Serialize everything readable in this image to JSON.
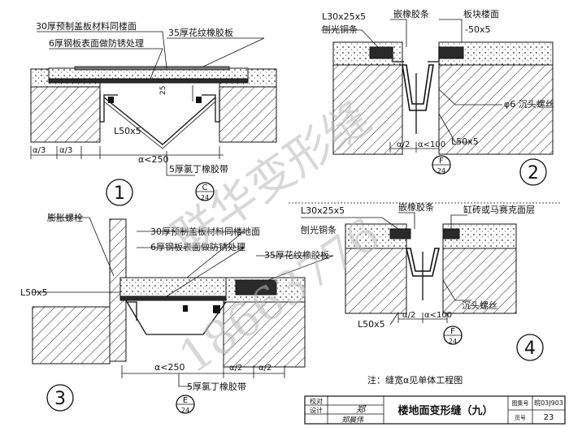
{
  "title": "楼地面变形缝（九）",
  "note": "注：缝宽α见单体工程图",
  "title_block": {
    "atlas_label": "图集号",
    "atlas_no": "皖03J903",
    "page_label": "页号",
    "page_no": "23",
    "review_label": "校对",
    "design_label": "设计",
    "signature_1": "郑",
    "signature_2": "郑晨伟"
  },
  "watermark": {
    "line1": "联华变形缝",
    "line2": "18663776"
  },
  "detail_1": {
    "number": "1",
    "labels": {
      "cover_plate": "30厚预制盖板材料同楼面",
      "steel_plate": "6厚钢板表面做防锈处理",
      "rubber_plate": "35厚花纹橡胶板",
      "angle": "L50x5",
      "gap": "α<250",
      "third_a": "α/3",
      "third_b": "α/3",
      "depth": "25",
      "neoprene": "5厚氯丁橡胶带",
      "ref_letter": "C",
      "ref_page": "24"
    }
  },
  "detail_2": {
    "number": "2",
    "labels": {
      "angle_top": "L30x25x5",
      "angle_note": "刨光铜条",
      "rubber_strip": "嵌橡胶条",
      "block_floor": "板块楼面",
      "offset": "-50x5",
      "screw": "φ6 沉头螺丝",
      "angle_bot": "L50x5",
      "half_gap": "α/2",
      "gap": "α<100",
      "ref_letter": "F",
      "ref_page": "24"
    }
  },
  "detail_3": {
    "number": "3",
    "labels": {
      "bolt": "膨胀螺栓",
      "cover_plate": "30厚预制盖板材料同楼地面",
      "steel_plate": "6厚钢板表面做防锈处理",
      "rubber_plate": "35厚花纹橡胶板",
      "angle": "L50x5",
      "gap": "α<250",
      "half_a": "α/2",
      "half_b": "α/2",
      "neoprene": "5厚氯丁橡胶带",
      "ref_letter": "E",
      "ref_page": "24"
    }
  },
  "detail_4": {
    "number": "4",
    "labels": {
      "angle_top": "L30x25x5",
      "angle_note": "刨光铜条",
      "rubber_strip": "嵌橡胶条",
      "tile": "缸砖或马赛克面层",
      "screw": "沉头螺丝",
      "angle_bot": "L50x5",
      "half_gap": "α/2",
      "gap": "α<100",
      "ref_letter": "F",
      "ref_page": "24"
    }
  }
}
